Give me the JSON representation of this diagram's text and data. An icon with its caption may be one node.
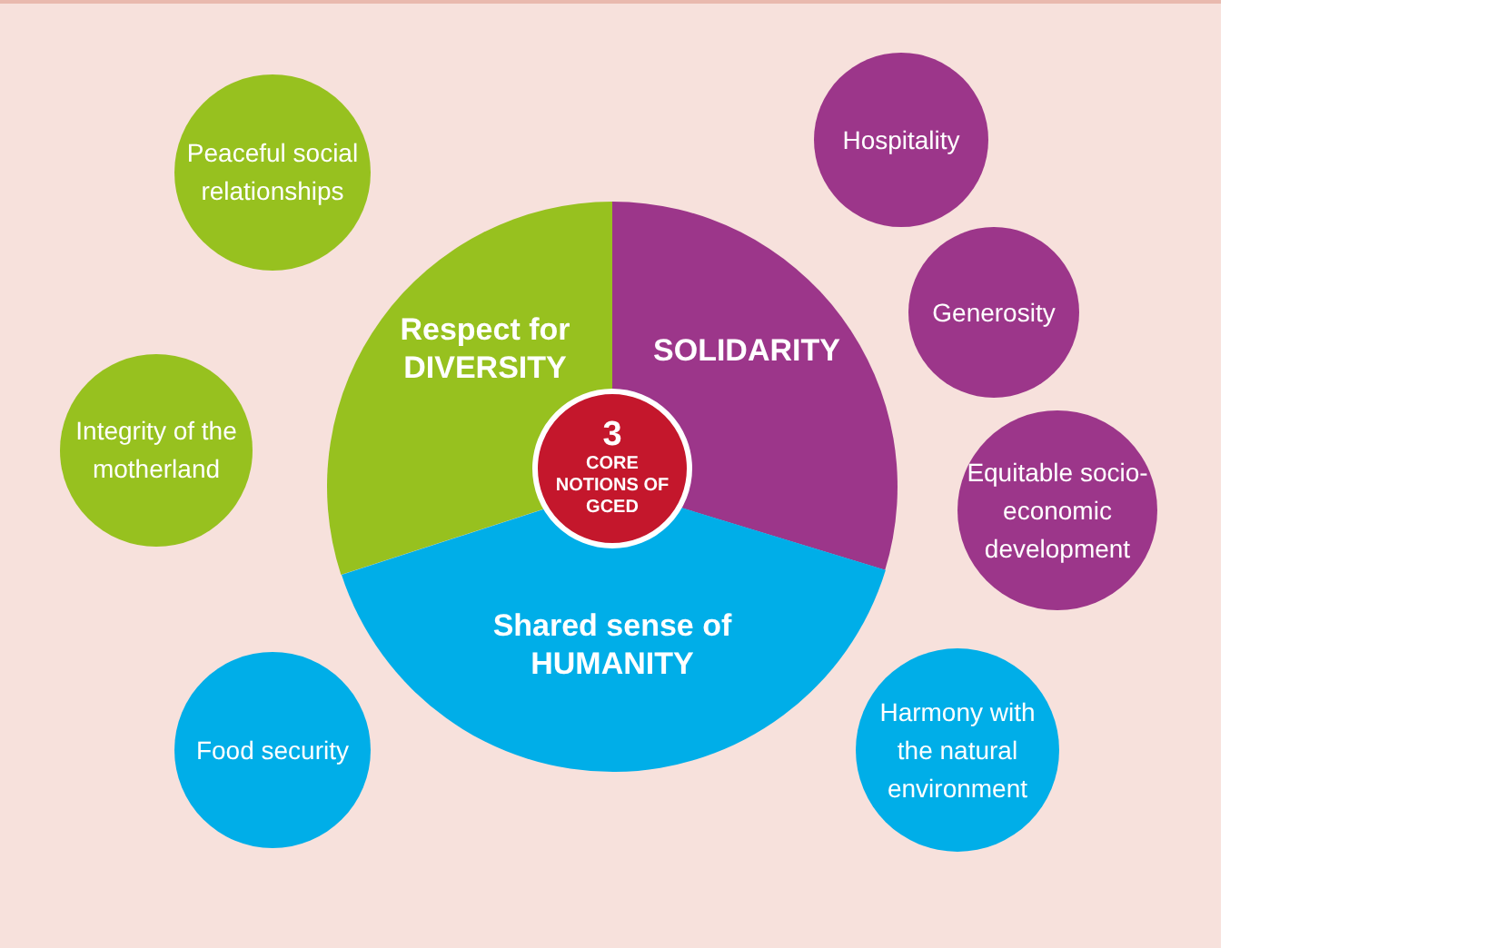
{
  "diagram": {
    "nodes": [
      {
        "text": [
          "Hospitality"
        ]
      },
      {
        "text": [
          "Peaceful social relationships"
        ]
      },
      {
        "text": [
          "Respect for DIVERSITY"
        ]
      },
      {
        "text": [
          "SOLIDARITY"
        ]
      },
      {
        "text": [
          "Generosity"
        ]
      },
      {
        "text": [
          "Integrity of the motherland"
        ]
      },
      {
        "text": [
          "3",
          "CORE NOTIONS OF GCED"
        ]
      },
      {
        "text": [
          "Equitable socio-economic development"
        ]
      },
      {
        "text": [
          "Shared sense of HUMANITY"
        ]
      },
      {
        "text": [
          "Harmony with the natural environment"
        ]
      },
      {
        "text": [
          "Food security"
        ]
      }
    ]
  }
}
